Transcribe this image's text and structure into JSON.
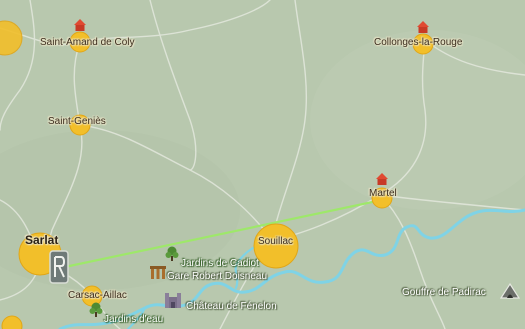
{
  "map": {
    "colors": {
      "background": "#b8c8ae",
      "town": "#f2bf2a",
      "river": "#7fd3e6",
      "route": "#9ee86a",
      "road": "#e6eadf"
    },
    "towns": [
      {
        "label": "Saint-Amand de Coly",
        "icon": "castle-icon"
      },
      {
        "label": "Collonges-la-Rouge",
        "icon": "castle-icon"
      },
      {
        "label": "Saint-Geniès"
      },
      {
        "label": "Martel",
        "icon": "castle-icon"
      },
      {
        "label": "Sarlat",
        "icon": "car-icon"
      },
      {
        "label": "Souillac"
      },
      {
        "label": "Carsac-Aillac"
      }
    ],
    "pois": [
      {
        "label": "Jardins de Cadiot",
        "icon": "garden-icon"
      },
      {
        "label": "Gare Robert Doisneau",
        "icon": "station-icon"
      },
      {
        "label": "Château de Fénelon",
        "icon": "chateau-icon"
      },
      {
        "label": "Jardins d'eau",
        "icon": "garden-icon"
      },
      {
        "label": "Gouffre de Padirac",
        "icon": "cave-icon"
      }
    ]
  }
}
